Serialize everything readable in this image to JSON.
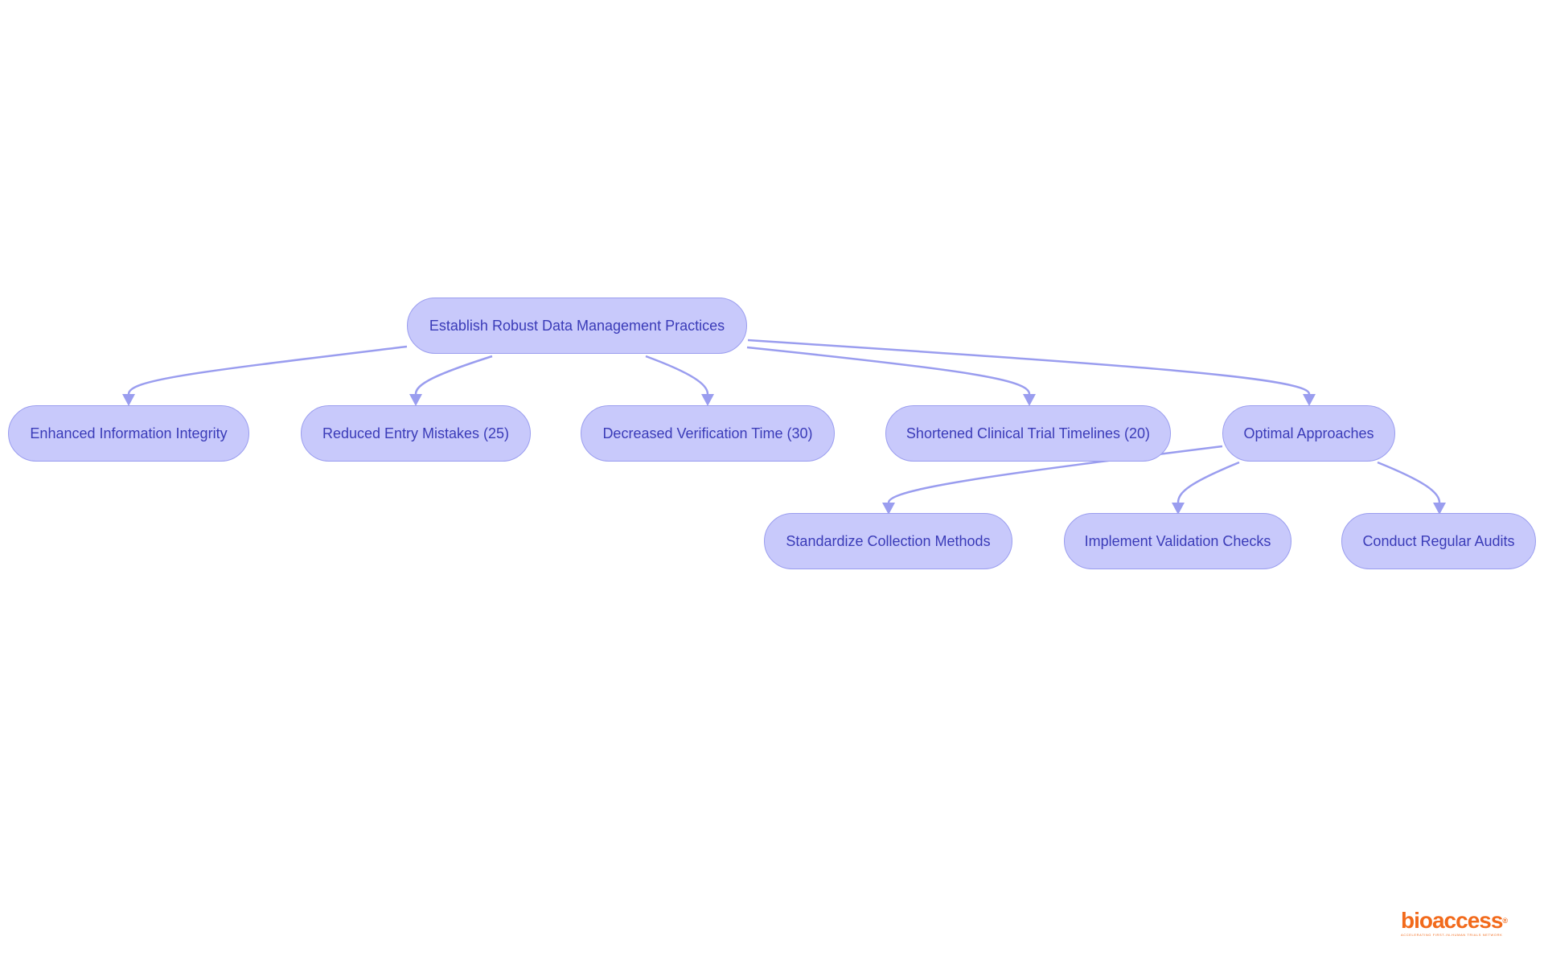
{
  "diagram": {
    "root": "Establish Robust Data Management Practices",
    "outcomes": [
      "Enhanced Information Integrity",
      "Reduced Entry Mistakes (25)",
      "Decreased Verification Time (30)",
      "Shortened Clinical Trial Timelines (20)",
      "Optimal Approaches"
    ],
    "approaches": [
      "Standardize Collection Methods",
      "Implement Validation Checks",
      "Conduct Regular Audits"
    ],
    "colors": {
      "node_fill": "#c8c9fb",
      "node_border": "#9a9def",
      "node_text": "#3a3bb8",
      "edge": "#9a9def"
    }
  },
  "logo": {
    "name": "bioaccess",
    "registered_mark": "®",
    "tagline": "ACCELERATING FIRST-IN-HUMAN TRIALS NETWORK",
    "color": "#f26a1b"
  }
}
